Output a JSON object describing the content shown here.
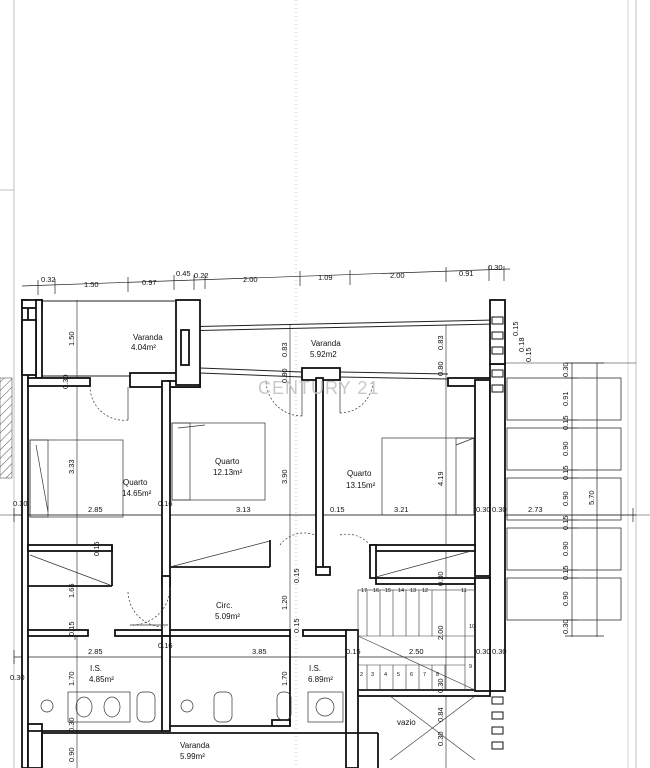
{
  "watermark": "CENTURY 21",
  "rooms": [
    {
      "name": "Varanda",
      "area": "4.04m²"
    },
    {
      "name": "Varanda",
      "area": "5.92m2"
    },
    {
      "name": "Quarto",
      "area": "14.65m²"
    },
    {
      "name": "Quarto",
      "area": "12.13m²"
    },
    {
      "name": "Quarto",
      "area": "13.15m²"
    },
    {
      "name": "Circ.",
      "area": "5.09m²"
    },
    {
      "name": "I.S.",
      "area": "4.85m²"
    },
    {
      "name": "I.S.",
      "area": "6.89m²"
    },
    {
      "name": "Varanda",
      "area": "5.99m²"
    },
    {
      "name": "vazio",
      "area": ""
    }
  ],
  "top_dimensions": [
    "0.32",
    "1.50",
    "0.97",
    "0.45",
    "0.22",
    "2.00",
    "1.09",
    "2.00",
    "0.91",
    "0.30"
  ],
  "mid_dimensions": [
    "0.30",
    "2.85",
    "0.16",
    "3.13",
    "0.15",
    "3.21",
    "0.30",
    "0.30",
    "2.73"
  ],
  "lower_dimensions": [
    "2.85",
    "0.16",
    "3.85",
    "0.15",
    "2.50",
    "0.30",
    "0.30"
  ],
  "right_dimensions": [
    "0.30",
    "0.91",
    "0.15",
    "0.90",
    "0.15",
    "0.90",
    "0.15",
    "0.90",
    "0.15",
    "0.90",
    "0.30",
    "5.70"
  ],
  "vertical_dimensions": [
    "1.50",
    "0.30",
    "3.33",
    "0.83",
    "0.80",
    "3.90",
    "0.83",
    "0.80",
    "4.19",
    "0.15",
    "1.65",
    "0.15",
    "1.20",
    "0.15",
    "0.15",
    "2.00",
    "1.70",
    "1.70",
    "0.30",
    "0.90",
    "0.30",
    "0.84",
    "0.30",
    "0.30",
    "0.15",
    "0.18",
    "0.15"
  ],
  "stair_steps_top": [
    "17",
    "16",
    "15",
    "14",
    "13",
    "12",
    "11",
    "10"
  ],
  "stair_steps_bottom": [
    "2",
    "3",
    "4",
    "5",
    "6",
    "7",
    "8",
    "9"
  ]
}
